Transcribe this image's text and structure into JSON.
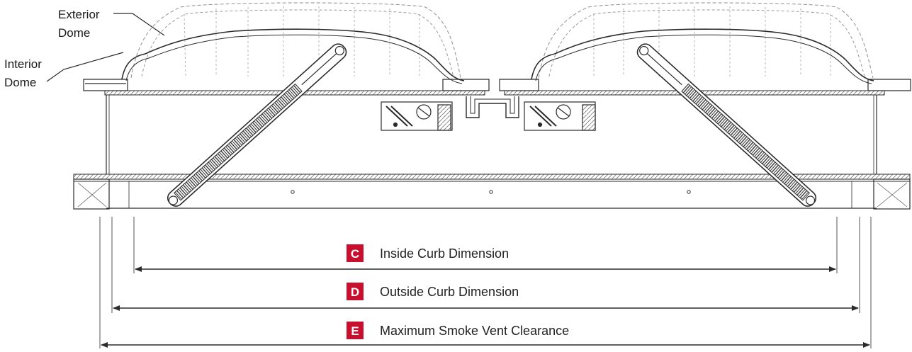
{
  "colors": {
    "badge": "#c8102e",
    "line": "#2b2b2b",
    "dome": "#9a9a9a",
    "background": "#ffffff"
  },
  "callouts": {
    "exterior_dome": [
      "Exterior",
      "Dome"
    ],
    "interior_dome": [
      "Interior",
      "Dome"
    ]
  },
  "dimensions": [
    {
      "letter": "C",
      "label": "Inside Curb Dimension"
    },
    {
      "letter": "D",
      "label": "Outside Curb Dimension"
    },
    {
      "letter": "E",
      "label": "Maximum Smoke Vent Clearance"
    }
  ]
}
